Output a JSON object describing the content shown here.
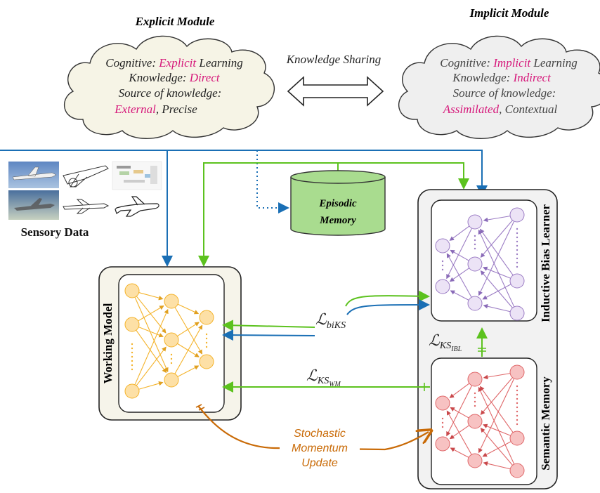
{
  "explicit_module": {
    "title": "Explicit  Module",
    "cognitive_label": "Cognitive: ",
    "cognitive_value": "Explicit",
    "cognitive_suffix": " Learning",
    "knowledge_label": "Knowledge: ",
    "knowledge_value": "Direct",
    "source_label": "Source of knowledge:",
    "source_value": "External",
    "source_suffix": ", Precise"
  },
  "implicit_module": {
    "title": "Implicit  Module",
    "cognitive_label": "Cognitive: ",
    "cognitive_value": "Implicit",
    "cognitive_suffix": " Learning",
    "knowledge_label": "Knowledge: ",
    "knowledge_value": "Indirect",
    "source_label": "Source of knowledge:",
    "source_value": "Assimilated",
    "source_suffix": ", Contextual"
  },
  "knowledge_sharing_label": "Knowledge Sharing",
  "sensory_data_label": "Sensory Data",
  "episodic_memory": {
    "line1": "Episodic",
    "line2": "Memory"
  },
  "working_model_label": "Working Model",
  "inductive_bias_label": "Inductive Bias Learner",
  "semantic_memory_label": "Semantic Memory",
  "loss_biks": {
    "symbol": "ℒ",
    "sub": "biKS"
  },
  "loss_ks_ibl": {
    "symbol": "ℒ",
    "sub": "KS",
    "subsub": "IBL"
  },
  "loss_ks_wm": {
    "symbol": "ℒ",
    "sub": "KS",
    "subsub": "WM"
  },
  "stochastic_update": {
    "line1": "Stochastic",
    "line2": "Momentum",
    "line3": "Update"
  },
  "colors": {
    "highlight": "#d6177a",
    "cloud_explicit": "#f6f4e6",
    "cloud_implicit": "#efefef",
    "arrow_blue": "#1a6fb5",
    "arrow_green": "#5cc21e",
    "arrow_orange": "#c96a06",
    "working_nodes": "#f4b32a",
    "ibl_nodes": "#9b7cc4",
    "semantic_nodes": "#df6668",
    "memory_fill": "#a9dc8f"
  },
  "icons": [
    "airplane-photo-icon",
    "airplane-sketch-icon",
    "airplane-outline-icon",
    "chart-thumbnail-icon"
  ]
}
